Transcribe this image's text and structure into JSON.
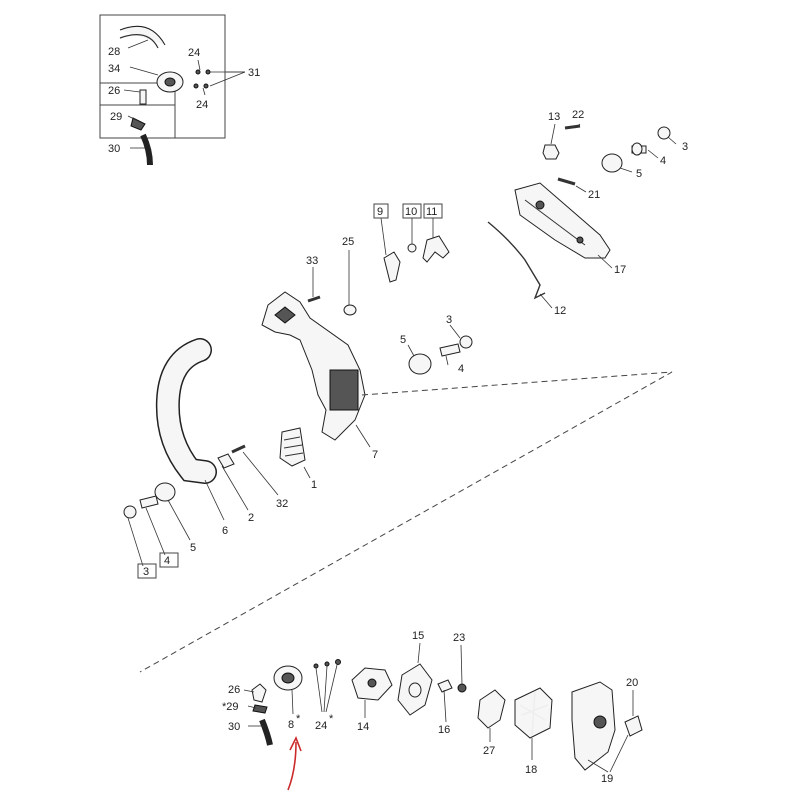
{
  "labels": {
    "l1": "1",
    "l2": "2",
    "l3a": "3",
    "l3b": "3",
    "l3c": "3",
    "l4a": "4",
    "l4b": "4",
    "l4c": "4",
    "l5a": "5",
    "l5b": "5",
    "l5c": "5",
    "l6": "6",
    "l7": "7",
    "l8": "8",
    "l8star": "*",
    "l9": "9",
    "l10": "10",
    "l11": "11",
    "l12": "12",
    "l13": "13",
    "l14": "14",
    "l15": "15",
    "l16": "16",
    "l17": "17",
    "l18": "18",
    "l19": "19",
    "l20": "20",
    "l21": "21",
    "l22": "22",
    "l23": "23",
    "l24a": "24",
    "l24b": "24",
    "l24c": "24",
    "l24star": "*",
    "l25": "25",
    "l26a": "26",
    "l26b": "26",
    "l27": "27",
    "l28": "28",
    "l29a": "29",
    "l29b": "*29",
    "l30a": "30",
    "l30b": "30",
    "l31": "31",
    "l32": "32",
    "l33": "33",
    "l34": "34"
  },
  "colors": {
    "arrow": "#cc2a2a",
    "lines": "#333333"
  },
  "icons": {
    "pointer": "red-arrow-icon"
  }
}
